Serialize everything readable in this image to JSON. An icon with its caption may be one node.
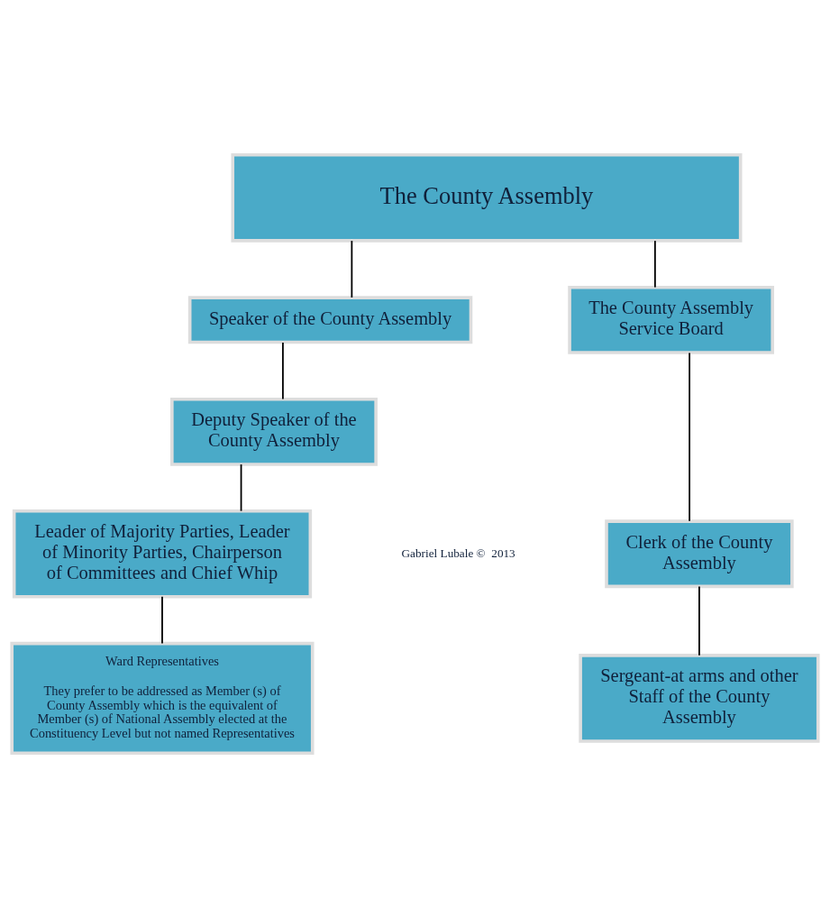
{
  "diagram": {
    "nodes": [
      {
        "text": [
          "The County Assembly"
        ]
      },
      {
        "text": [
          "Speaker of the County Assembly"
        ]
      },
      {
        "text": [
          "The County Assembly Service Board"
        ]
      },
      {
        "text": [
          "Deputy Speaker of the County Assembly"
        ]
      },
      {
        "text": [
          "Clerk of the County Assembly"
        ]
      },
      {
        "text": [
          "Leader of Majority Parties, Leader of Minority Parties, Chairperson of Committees and Chief Whip"
        ]
      },
      {
        "text": [
          "Ward Representatives",
          "They prefer to be addressed as Member (s) of County Assembly which is the equivalent of Member (s) of National Assembly elected at the Constituency Level but not named Representatives"
        ]
      },
      {
        "text": [
          "Sergeant-at arms and other Staff of the County Assembly"
        ]
      }
    ],
    "edges": [
      {
        "from": 0,
        "to": 1,
        "arrow": "none"
      },
      {
        "from": 0,
        "to": 2,
        "arrow": "none"
      },
      {
        "from": 1,
        "to": 3,
        "arrow": "none"
      },
      {
        "from": 2,
        "to": 4,
        "arrow": "none"
      },
      {
        "from": 3,
        "to": 5,
        "arrow": "none"
      },
      {
        "from": 5,
        "to": 6,
        "arrow": "none"
      },
      {
        "from": 4,
        "to": 7,
        "arrow": "none"
      }
    ],
    "labels": [
      "Gabriel Lubale ©  2013"
    ]
  }
}
